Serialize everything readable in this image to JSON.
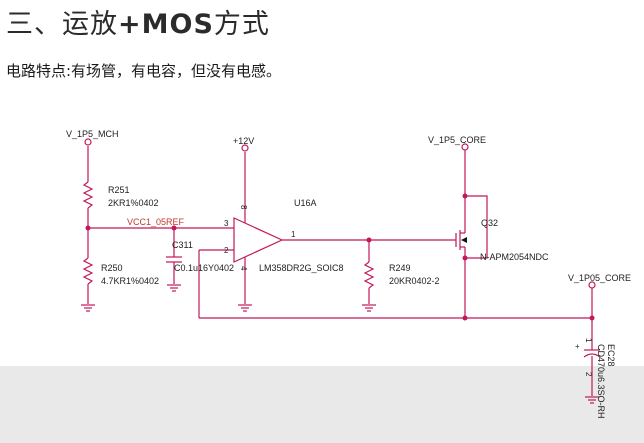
{
  "slide": {
    "title_prefix": "三、运放",
    "title_latin": "+MOS",
    "title_suffix": "方式",
    "description": "电路特点:有场管，有电容，但没有电感。"
  },
  "schematic": {
    "nets": {
      "v1p5_mch": "V_1P5_MCH",
      "vcc_ref": "VCC1_05REF",
      "plus12v": "+12V",
      "v1p5_core": "V_1P5_CORE",
      "v1p05_core": "V_1P05_CORE"
    },
    "components": {
      "r251_ref": "R251",
      "r251_val": "2KR1%0402",
      "r250_ref": "R250",
      "r250_val": "4.7KR1%0402",
      "c311_ref": "C311",
      "c311_val": "C0.1u16Y0402",
      "u16a_ref": "U16A",
      "u16a_part": "LM358DR2G_SOIC8",
      "r249_ref": "R249",
      "r249_val": "20KR0402-2",
      "q32_ref": "Q32",
      "q32_part": "N-APM2054NDC",
      "ec28_ref": "EC28",
      "ec28_val": "CD470u6.3SO-RH"
    },
    "pins": {
      "opamp_in_plus": "3",
      "opamp_in_minus": "2",
      "opamp_out": "1",
      "opamp_vcc": "8",
      "opamp_gnd": "4",
      "cap_plus": "+",
      "cap_pin1": "1",
      "cap_pin2": "2"
    }
  }
}
